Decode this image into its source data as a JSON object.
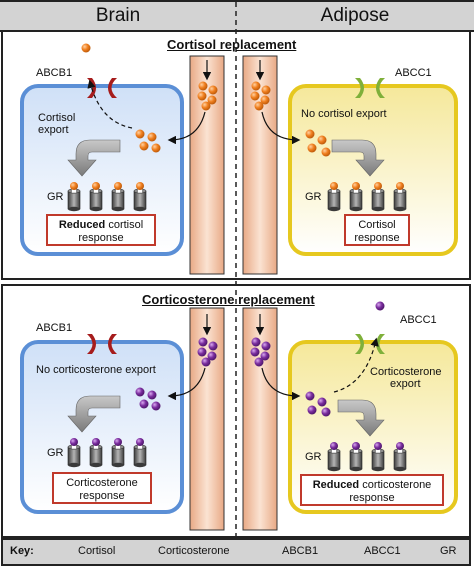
{
  "headers": {
    "left": "Brain",
    "right": "Adipose"
  },
  "top_panel": {
    "title": "Cortisol replacement",
    "brain": {
      "transporter": "ABCB1",
      "export_label_1": "Cortisol",
      "export_label_2": "export",
      "receptor_label": "GR",
      "response_bold": "Reduced",
      "response_rest": " cortisol",
      "response_line2": "response"
    },
    "adipose": {
      "transporter": "ABCC1",
      "export_label": "No cortisol export",
      "receptor_label": "GR",
      "response_line1": "Cortisol",
      "response_line2": "response"
    }
  },
  "bottom_panel": {
    "title": "Corticosterone replacement",
    "brain": {
      "transporter": "ABCB1",
      "export_label": "No corticosterone export",
      "receptor_label": "GR",
      "response_line1": "Corticosterone",
      "response_line2": "response"
    },
    "adipose": {
      "transporter": "ABCC1",
      "export_label_1": "Corticosterone",
      "export_label_2": "export",
      "receptor_label": "GR",
      "response_bold": "Reduced",
      "response_rest": " corticosterone",
      "response_line2": "response"
    }
  },
  "key": {
    "title": "Key:",
    "items": [
      {
        "label": "Cortisol",
        "icon": "orange-dot-icon"
      },
      {
        "label": "Corticosterone",
        "icon": "purple-dot-icon"
      },
      {
        "label": "ABCB1",
        "icon": "abcb1-transporter-icon"
      },
      {
        "label": "ABCC1",
        "icon": "abcc1-transporter-icon"
      },
      {
        "label": "GR",
        "icon": "gr-receptor-icon"
      }
    ]
  },
  "colors": {
    "cortisol": "#f07f1e",
    "corticosterone": "#7a2d9e",
    "abcb1": "#a61c1c",
    "abcc1": "#7fb03a",
    "brain_cell": "#5b8fd6",
    "adipose_cell": "#e6c81f",
    "vessel": "#f3c8a8",
    "response_box": "#c0392b"
  }
}
